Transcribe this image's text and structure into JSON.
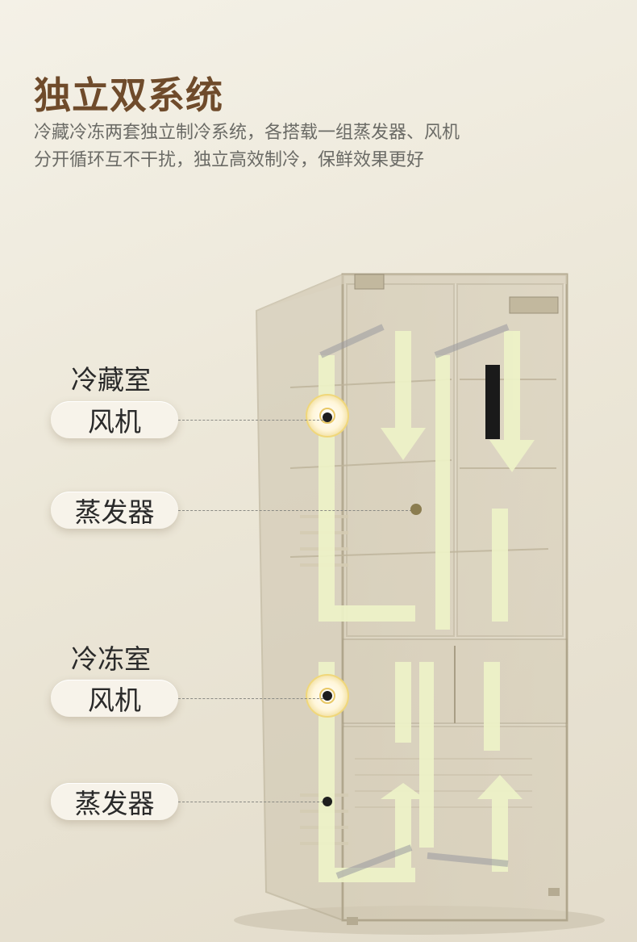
{
  "heading": {
    "title": "独立双系统",
    "desc_line1": "冷藏冷冻两套独立制冷系统，各搭载一组蒸发器、风机",
    "desc_line2": "分开循环互不干扰，独立高效制冷，保鲜效果更好"
  },
  "refrigerator": {
    "zone_label": "冷藏室",
    "fan_label": "风机",
    "evaporator_label": "蒸发器"
  },
  "freezer": {
    "zone_label": "冷冻室",
    "fan_label": "风机",
    "evaporator_label": "蒸发器"
  },
  "colors": {
    "title": "#6f4b2b",
    "airflow": "#eef3c8",
    "marker": "#1e1e1e",
    "evap_marker": "#8b7d50"
  },
  "icons": [
    "fan-icon",
    "evaporator-coil-icon",
    "airflow-arrow-icon"
  ]
}
